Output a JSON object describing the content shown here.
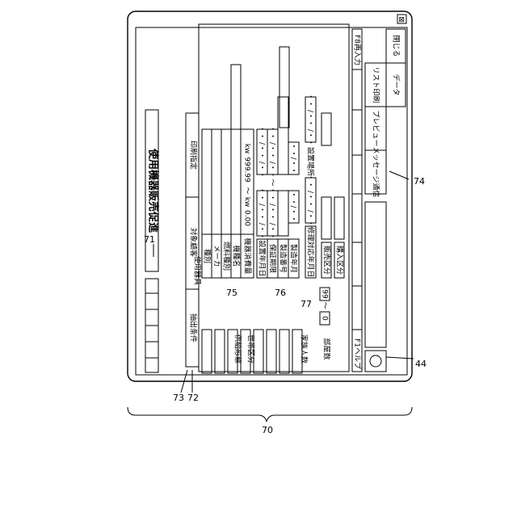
{
  "window": {
    "title": "使用機器販売促進",
    "close_glyph": "⊠"
  },
  "tabs": {
    "extract": "抽出条件",
    "target": "対象顧客",
    "print": "印刷指定"
  },
  "fields": {
    "supply_type": "供給形態",
    "household": "世帯区分",
    "family": "家族人数",
    "rooms": "部屋数",
    "rooms_from": "0",
    "rooms_to": "99",
    "range_sep": "～"
  },
  "equipment": {
    "group_label": "使用器具",
    "rows": [
      "種別",
      "メーカ",
      "燃料種別",
      "機種名",
      "機器消費量"
    ],
    "kw_from": "0.00",
    "kw_to": "999.99",
    "kw_unit": "kw"
  },
  "install": {
    "rows": [
      "設置年月日",
      "保証期限",
      "製造番号",
      "製造年月"
    ],
    "date_mask": "・・ /・・ /・・",
    "month_mask": "・・/・・",
    "place": "設置場所"
  },
  "maintenance": {
    "label": "修理対応年月日"
  },
  "sales": {
    "sale": "販売区分",
    "purchase": "購入区分"
  },
  "buttons": {
    "help": "F1ヘルプ",
    "reinput": "F8再入力",
    "message": "メッセージ通信",
    "preview": "プレビュー",
    "list_print": "リスト印刷",
    "data": "データ",
    "close": "閉じる"
  },
  "refs": {
    "r70": "70",
    "r71": "71",
    "r72": "72",
    "r73": "73",
    "r74": "74",
    "r75": "75",
    "r76": "76",
    "r77": "77",
    "r44": "44"
  }
}
